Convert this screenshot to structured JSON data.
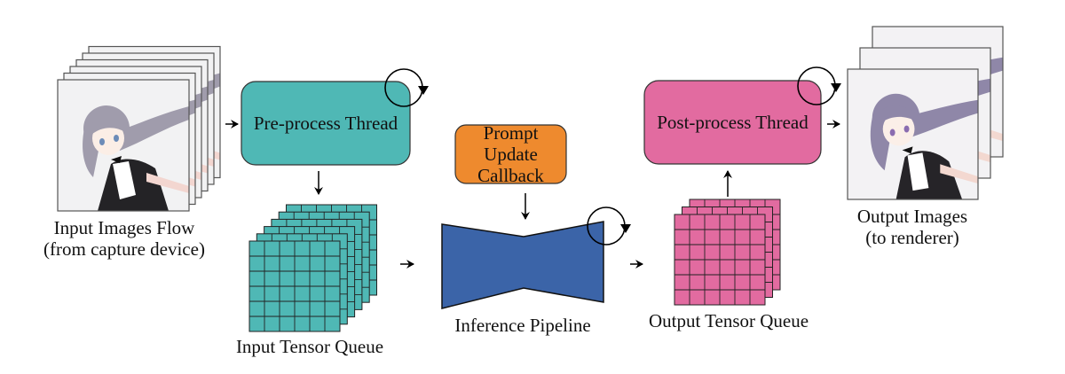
{
  "diagram": {
    "input_images": {
      "label_line1": "Input Images Flow",
      "label_line2": "(from capture device)",
      "stack_count": 6
    },
    "preprocess": {
      "label": "Pre-process Thread",
      "color": "#4fb8b5",
      "loop_icon": "rotation-arrow-icon"
    },
    "input_tensor_queue": {
      "label": "Input Tensor Queue",
      "color": "#4fb8b5",
      "grid_rows": 6,
      "grid_cols": 6,
      "stack_count": 6
    },
    "prompt_callback": {
      "label_line1": "Prompt Update",
      "label_line2": "Callback",
      "color": "#ee8a2e"
    },
    "inference": {
      "label": "Inference Pipeline",
      "color": "#3b64a8",
      "loop_icon": "rotation-arrow-icon"
    },
    "output_tensor_queue": {
      "label": "Output Tensor Queue",
      "color": "#e26ba0",
      "grid_rows": 6,
      "grid_cols": 6,
      "stack_count": 3
    },
    "postprocess": {
      "label": "Post-process Thread",
      "color": "#e26ba0",
      "loop_icon": "rotation-arrow-icon"
    },
    "output_images": {
      "label_line1": "Output Images",
      "label_line2": "(to renderer)",
      "stack_count": 3
    }
  }
}
